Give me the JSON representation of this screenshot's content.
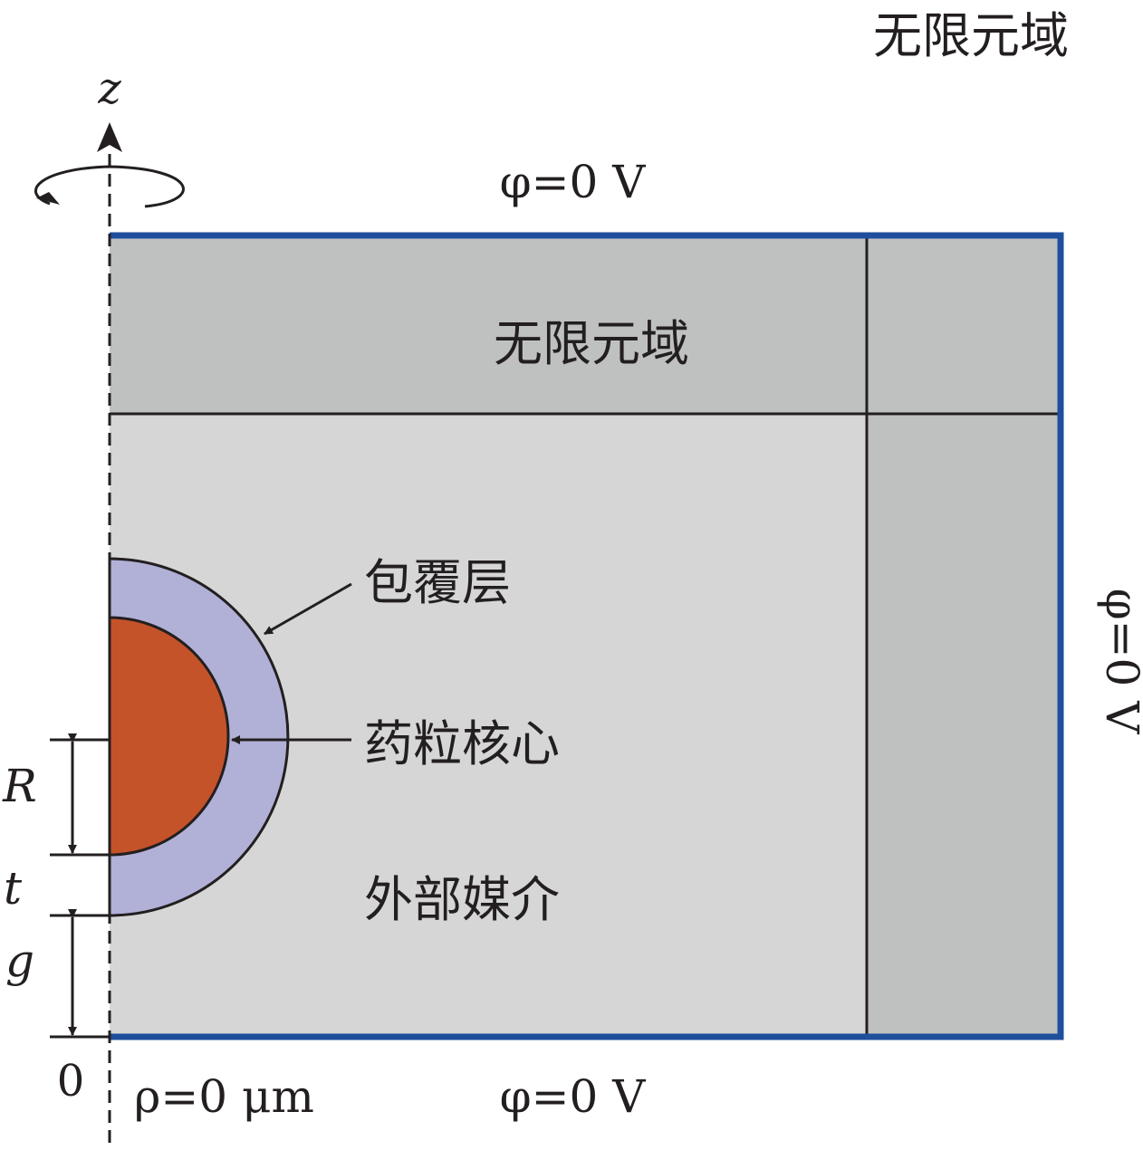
{
  "labels": {
    "corner": "无限元域",
    "infinite_region": "无限元域",
    "coating": "包覆层",
    "core": "药粒核心",
    "medium": "外部媒介",
    "top_bc": "φ=0 V",
    "right_bc": "φ=0 V",
    "bottom_bc": "φ=0 V",
    "axis_z": "z",
    "origin": "0",
    "rho": "ρ=0 μm",
    "dim_R": "R",
    "dim_t": "t",
    "dim_g": "g"
  },
  "colors": {
    "boundary": "#1f4e9c",
    "infinite_fill": "#bfc1c0",
    "medium_fill": "#d5d6d5",
    "coating_fill": "#b1b0d7",
    "core_fill": "#c5532a",
    "line": "#231f20"
  }
}
